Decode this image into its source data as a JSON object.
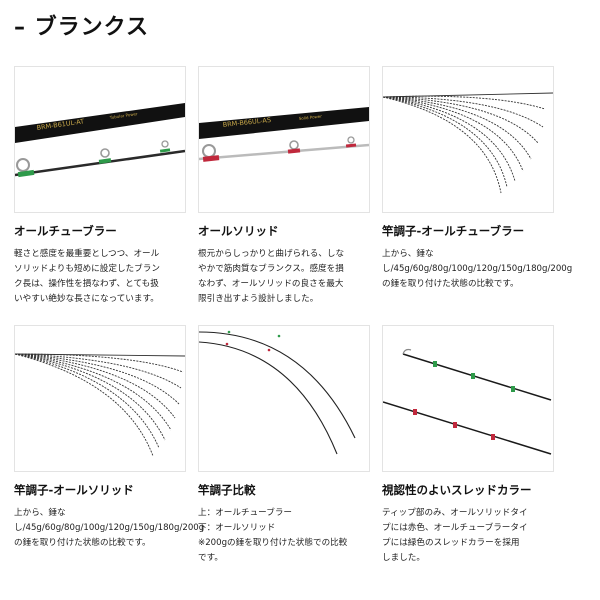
{
  "page_title": "– ブランクス",
  "cards": [
    {
      "caption": "オールチューブラー",
      "desc": [
        "軽さと感度を最重要としつつ、オール",
        "ソリッドよりも短めに設定したブラン",
        "ク長は、操作性を損なわず、とても扱",
        "いやすい絶妙な長さになっています。"
      ],
      "rod_text": "BRM-B61UL-AT",
      "rod_small_text": "Tubular Power"
    },
    {
      "caption": "オールソリッド",
      "desc": [
        "根元からしっかりと曲げられる、しな",
        "やかで筋肉質なブランクス。感度を損",
        "なわず、オールソリッドの良さを最大",
        "限引き出すよう設計しました。"
      ],
      "rod_text": "BRM-B66UL-AS",
      "rod_small_text": "Solid Power"
    },
    {
      "caption": "竿調子-オールチューブラー",
      "desc": [
        "上から、錘な",
        "し/45g/60g/80g/100g/120g/150g/180g/200g",
        "の錘を取り付けた状態の比較です。"
      ]
    },
    {
      "caption": "竿調子-オールソリッド",
      "desc": [
        "上から、錘な",
        "し/45g/60g/80g/100g/120g/150g/180g/200g",
        "の錘を取り付けた状態の比較です。"
      ]
    },
    {
      "caption": "竿調子比較",
      "desc": [
        "上：オールチューブラー",
        "下：オールソリッド",
        "※200gの錘を取り付けた状態での比較",
        "です。"
      ]
    },
    {
      "caption": "視認性のよいスレッドカラー",
      "desc": [
        "ティップ部のみ、オールソリッドタイ",
        "プには赤色、オールチューブラータイ",
        "プには緑色のスレッドカラーを採用",
        "しました。"
      ]
    }
  ],
  "colors": {
    "accent_green": "#2e9a4a",
    "accent_red": "#c0283c",
    "blank_dark": "#1a1a1a"
  }
}
